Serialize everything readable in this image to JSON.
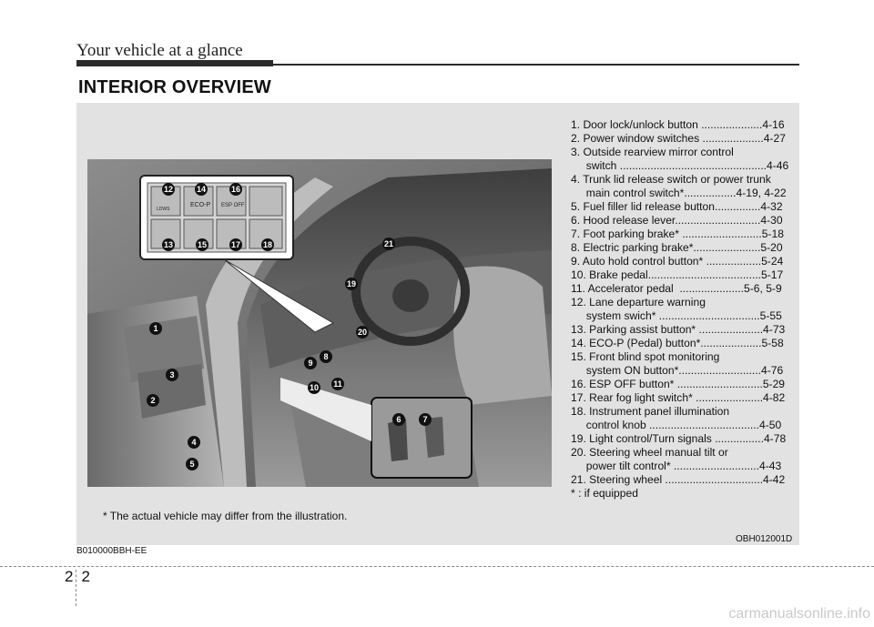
{
  "header": {
    "title": "Your vehicle at a glance"
  },
  "section": {
    "title": "INTERIOR OVERVIEW"
  },
  "illustration": {
    "callouts": [
      "1",
      "2",
      "3",
      "4",
      "5",
      "6",
      "7",
      "8",
      "9",
      "10",
      "11",
      "12",
      "13",
      "14",
      "15",
      "16",
      "17",
      "18",
      "19",
      "20",
      "21"
    ],
    "switch_labels": [
      "ECO-P",
      "ESP OFF",
      "LDWS"
    ]
  },
  "legend": [
    "1. Door lock/unlock button ....................4-16",
    "2. Power window switches ....................4-27",
    "3. Outside rearview mirror control\n     switch ................................................4-46",
    "4. Trunk lid release switch or power trunk\n     main control switch*.................4-19, 4-22",
    "5. Fuel filler lid release button...............4-32",
    "6. Hood release lever............................4-30",
    "7. Foot parking brake* ..........................5-18",
    "8. Electric parking brake*......................5-20",
    "9. Auto hold control button* ..................5-24",
    "10. Brake pedal.....................................5-17",
    "11. Accelerator pedal  .....................5-6, 5-9",
    "12. Lane departure warning\n     system swich* .................................5-55",
    "13. Parking assist button* .....................4-73",
    "14. ECO-P (Pedal) button*....................5-58",
    "15. Front blind spot monitoring\n     system ON button*...........................4-76",
    "16. ESP OFF button* ............................5-29",
    "17. Rear fog light switch* ......................4-82",
    "18. Instrument panel illumination\n     control knob ....................................4-50",
    "19. Light control/Turn signals ................4-78",
    "20. Steering wheel manual tilt or\n     power tilt control* ............................4-43",
    "21. Steering wheel ................................4-42",
    "* : if equipped"
  ],
  "footnote": "* The actual vehicle may differ from the illustration.",
  "figure_code": "OBH012001D",
  "reference_code": "B010000BBH-EE",
  "page_number": "22",
  "watermark": "carmanualsonline.info"
}
